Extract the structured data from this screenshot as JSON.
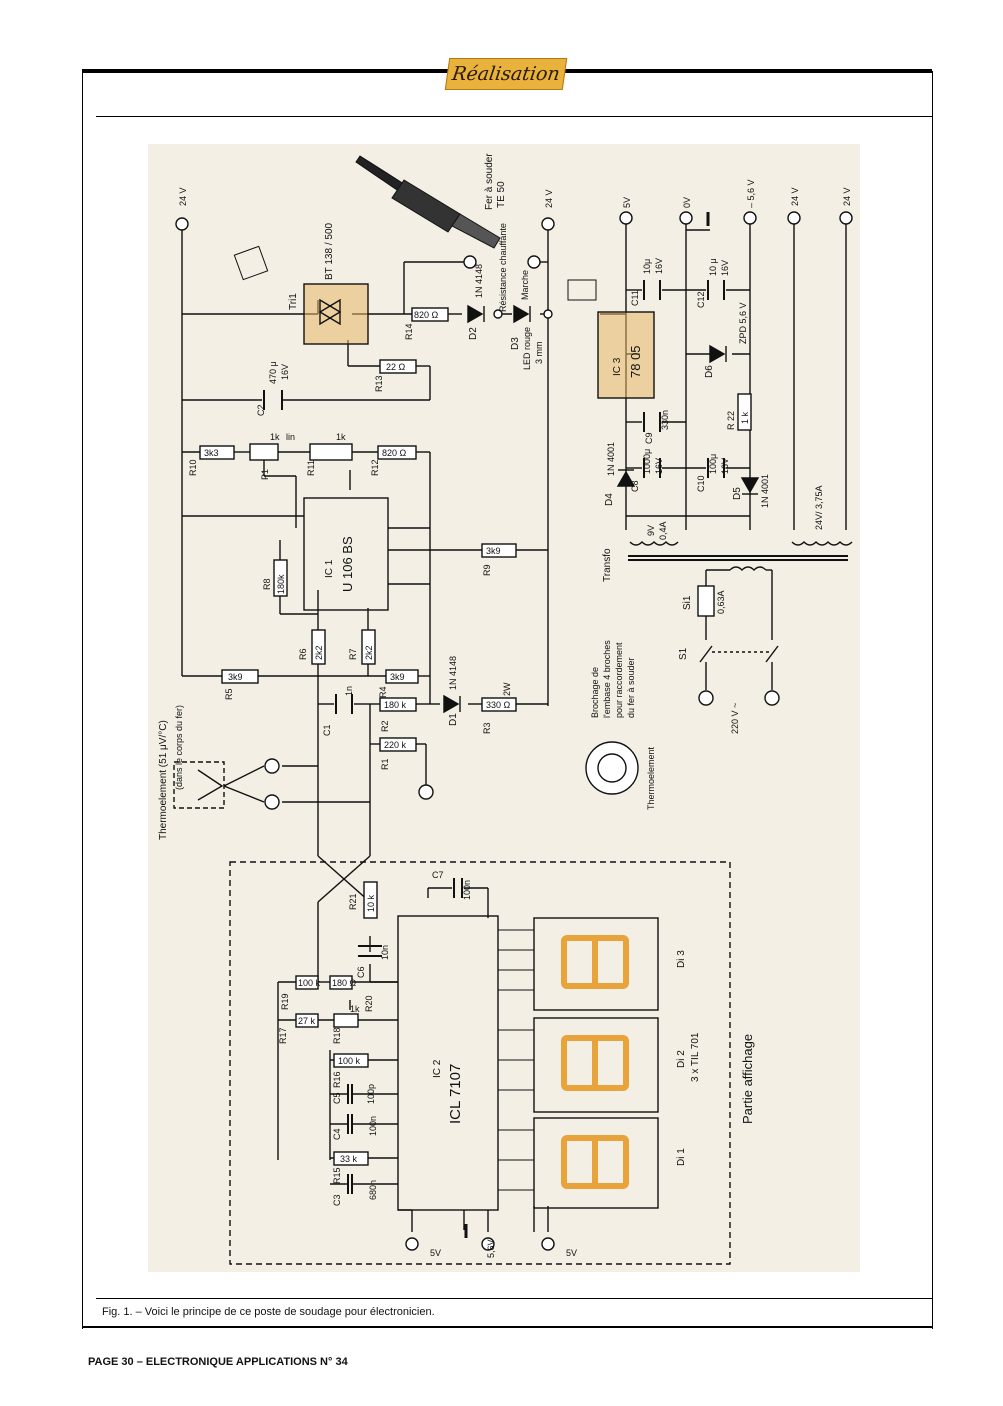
{
  "header": {
    "badge": "Réalisation"
  },
  "caption": "Fig. 1. – Voici le principe de ce poste de soudage pour électronicien.",
  "footer": "PAGE 30 – ELECTRONIQUE APPLICATIONS N° 34",
  "colors": {
    "ink": "#111111",
    "paper": "#f3efe4",
    "orange": "#e8a33a",
    "badge": "#e8b23c"
  },
  "labels": {
    "ic1": "IC 1",
    "ic1_part": "U 106 BS",
    "ic2": "IC 2",
    "ic2_part": "ICL 7107",
    "ic3": "IC 3",
    "ic3_part": "78 05",
    "tri1": "Tri1",
    "bt": "BT 138 / 500",
    "fer": "Fer à souder",
    "te50": "TE 50",
    "resistance_chauffante": "Résistance chauffante",
    "marche": "Marche",
    "d3": "D3",
    "led": "LED rouge",
    "led_size": "3 mm",
    "d2": "D2",
    "d2_part": "1N 4148",
    "d1": "D1",
    "d1_part": "1N 4148",
    "d4": "D4",
    "d4_part": "1N 4001",
    "d5": "D5",
    "d5_part": "1N 4001",
    "d6": "D6",
    "d6_part": "ZPD 5,6 V",
    "thermo": "Thermoelement (51 μV/°C)",
    "thermo2": "(dans le corps du fer)",
    "thermoelement": "Thermoelement",
    "broche1": "Brochage de",
    "broche2": "l'embase 4 broches",
    "broche3": "pour raccordement",
    "broche4": "du fer à souder",
    "transfo": "Transfo",
    "s1": "S1",
    "si1": "Si1",
    "fuse": "0,63A",
    "mains": "220 V ~",
    "sec1a": "9V",
    "sec1b": "0,4A",
    "sec2": "24V/ 3,75A",
    "v24": "24 V",
    "v5": "5V",
    "v0": "0V",
    "vm56": "– 5,6 V",
    "v56": "5,6V",
    "di1": "Di 1",
    "di2": "Di 2",
    "di3": "Di 3",
    "til": "3 x TIL 701",
    "partie": "Partie affichage"
  },
  "components": {
    "r1": "R1",
    "r1v": "220 k",
    "r2": "R2",
    "r2v": "180 k",
    "r3": "R3",
    "r3v": "330 Ω",
    "r3w": "2W",
    "r4": "R4",
    "r4v": "3k9",
    "r5": "R5",
    "r5v": "3k9",
    "r6": "R6",
    "r6v": "2k2",
    "r7": "R7",
    "r7v": "2k2",
    "r8": "R8",
    "r8v": "180k",
    "r9": "R9",
    "r9v": "3k9",
    "r10": "R10",
    "r10v": "3k3",
    "r11": "R11",
    "r11v": "1k",
    "r12": "R12",
    "r12v": "820 Ω",
    "r13": "R13",
    "r13v": "22 Ω",
    "r14": "R14",
    "r14v": "820 Ω",
    "r15": "R15",
    "r15v": "33 k",
    "r16": "R16",
    "r16v": "100 k",
    "r17": "R17",
    "r17v": "27 k",
    "r18": "R18",
    "r18v": "1k",
    "r19": "R19",
    "r19v": "100 k",
    "r20": "R20",
    "r20v": "180 Ω",
    "r21": "R21",
    "r21v": "10 k",
    "r22": "R 22",
    "r22v": "1 k",
    "p1": "P1",
    "p1v": "1k",
    "lin": "lin",
    "c1": "C1",
    "c1v": "1n",
    "c2": "C2",
    "c2v": "470 μ",
    "c2u": "16V",
    "c3": "C3",
    "c3v": "680n",
    "c4": "C4",
    "c4v": "100n",
    "c5": "C5",
    "c5v": "100p",
    "c6": "C6",
    "c6v": "10n",
    "c7": "C7",
    "c7v": "100n",
    "c8": "C8",
    "c8v": "1000μ",
    "c8u": "16V",
    "c9": "C9",
    "c9v": "330n",
    "c10": "C10",
    "c10v": "100μ",
    "c10u": "16V",
    "c11": "C11",
    "c11v": "10μ",
    "c11u": "16V",
    "c12": "C12",
    "c12v": "10 μ",
    "c12u": "16V"
  }
}
